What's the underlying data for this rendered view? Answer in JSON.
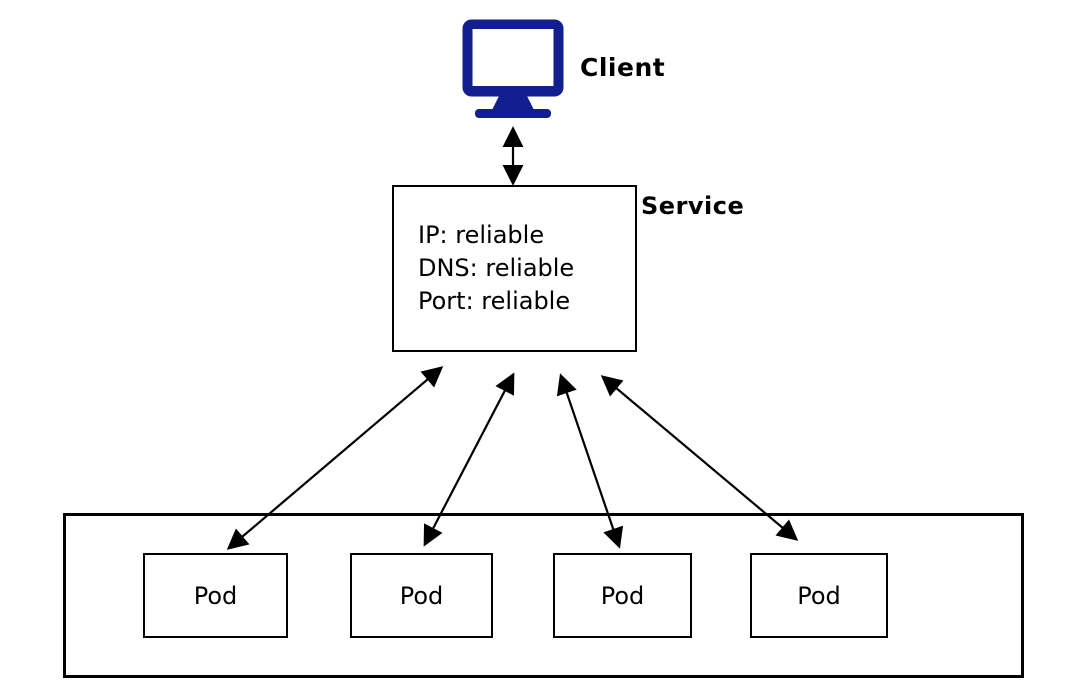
{
  "client": {
    "label": "Client"
  },
  "service": {
    "label": "Service",
    "properties": {
      "line1": "IP: reliable",
      "line2": "DNS: reliable",
      "line3": "Port: reliable"
    }
  },
  "pods": [
    {
      "label": "Pod"
    },
    {
      "label": "Pod"
    },
    {
      "label": "Pod"
    },
    {
      "label": "Pod"
    }
  ],
  "edges": [
    {
      "from": "client",
      "to": "service",
      "style": "double-headed-arrow"
    },
    {
      "from": "service",
      "to": "pod-1",
      "style": "double-headed-arrow"
    },
    {
      "from": "service",
      "to": "pod-2",
      "style": "double-headed-arrow"
    },
    {
      "from": "service",
      "to": "pod-3",
      "style": "double-headed-arrow"
    },
    {
      "from": "service",
      "to": "pod-4",
      "style": "double-headed-arrow"
    }
  ],
  "icons": {
    "client": "monitor-icon"
  },
  "colors": {
    "monitor_blue": "#131f8e",
    "stroke": "#000000",
    "background": "#ffffff"
  }
}
